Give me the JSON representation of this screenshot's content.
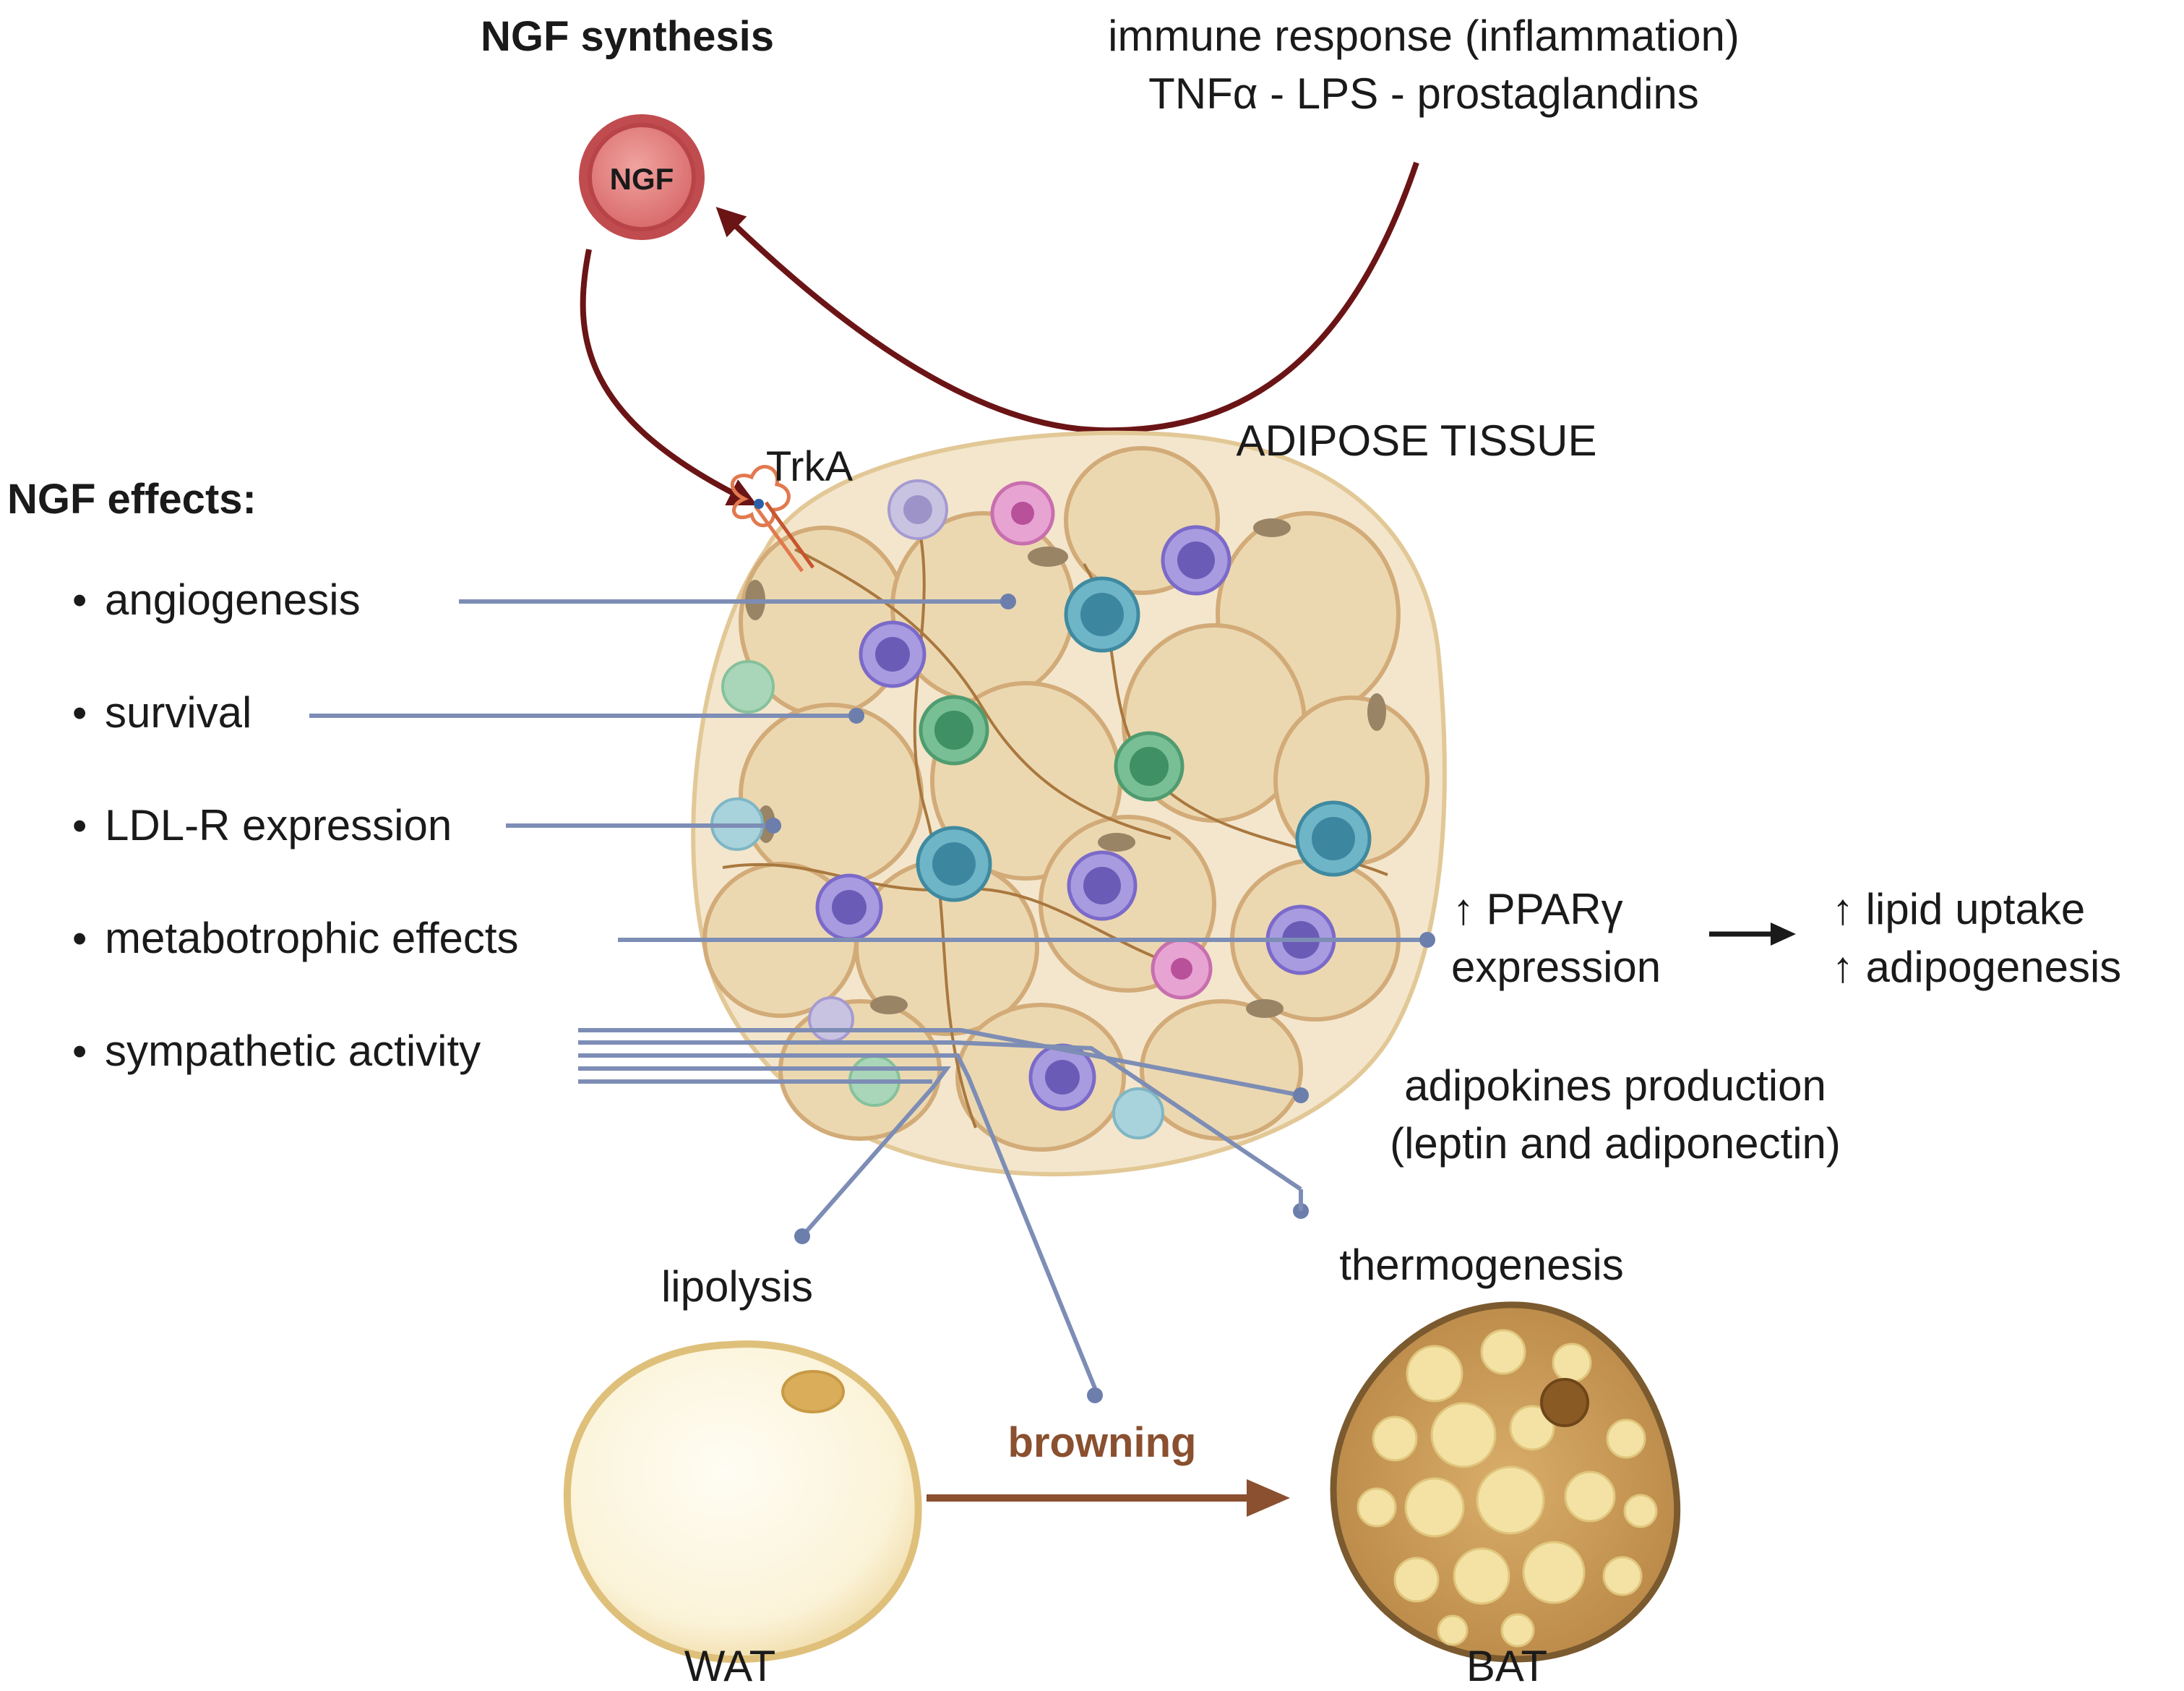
{
  "synthesis": {
    "title": "NGF synthesis",
    "ngf_label": "NGF",
    "immune_line1": "immune response (inflammation)",
    "immune_line2": "TNFα - LPS - prostaglandins"
  },
  "tissue": {
    "title": "ADIPOSE TISSUE",
    "receptor_label": "TrkA"
  },
  "effects": {
    "title": "NGF effects:",
    "bullet": "•",
    "items": [
      "angiogenesis",
      "survival",
      "LDL-R expression",
      "metabotrophic effects",
      "sympathetic activity"
    ]
  },
  "outcomes": {
    "ppar_line1": "↑ PPARγ",
    "ppar_line2": "expression",
    "lipid_uptake": "↑ lipid uptake",
    "adipogenesis": "↑ adipogenesis",
    "adipokines_line1": "adipokines production",
    "adipokines_line2": "(leptin and adiponectin)",
    "lipolysis": "lipolysis",
    "thermogenesis": "thermogenesis",
    "browning": "browning",
    "wat": "WAT",
    "bat": "BAT"
  },
  "colors": {
    "arrow_dark_red": "#6b1416",
    "leader_blue": "#7d8db5",
    "browning_brown": "#8a5030",
    "ngf_fill": "#e07a7a",
    "adipocyte_fill": "#eedcb6",
    "adipocyte_outline": "#d4b07e"
  }
}
